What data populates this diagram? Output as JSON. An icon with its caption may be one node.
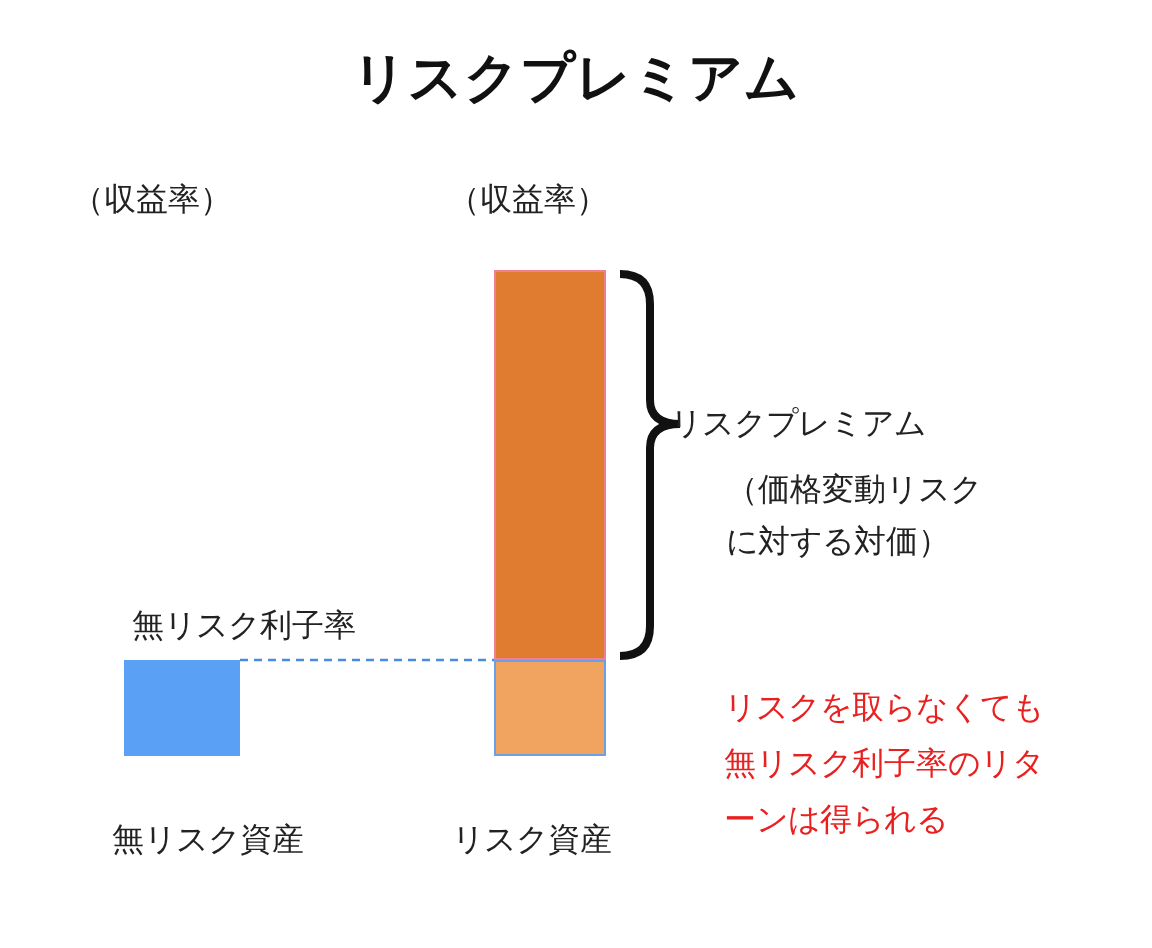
{
  "diagram": {
    "title": "リスクプレミアム",
    "nodes": [
      {
        "text": [],
        "shape": "bar"
      },
      {
        "text": [],
        "shape": "bar"
      },
      {
        "text": [],
        "shape": "bar"
      }
    ],
    "edges": [
      {
        "from": 0,
        "to": 2,
        "arrow": "none",
        "style": "dashed"
      }
    ],
    "labels": [
      "（収益率）",
      "（収益率）",
      "リスクプレミアム",
      "（価格変動リスクに対する対価）",
      "無リスク利子率",
      "リスクを取らなくても無リスク利子率のリターンは得られる",
      "無リスク資産",
      "リスク資産"
    ]
  }
}
